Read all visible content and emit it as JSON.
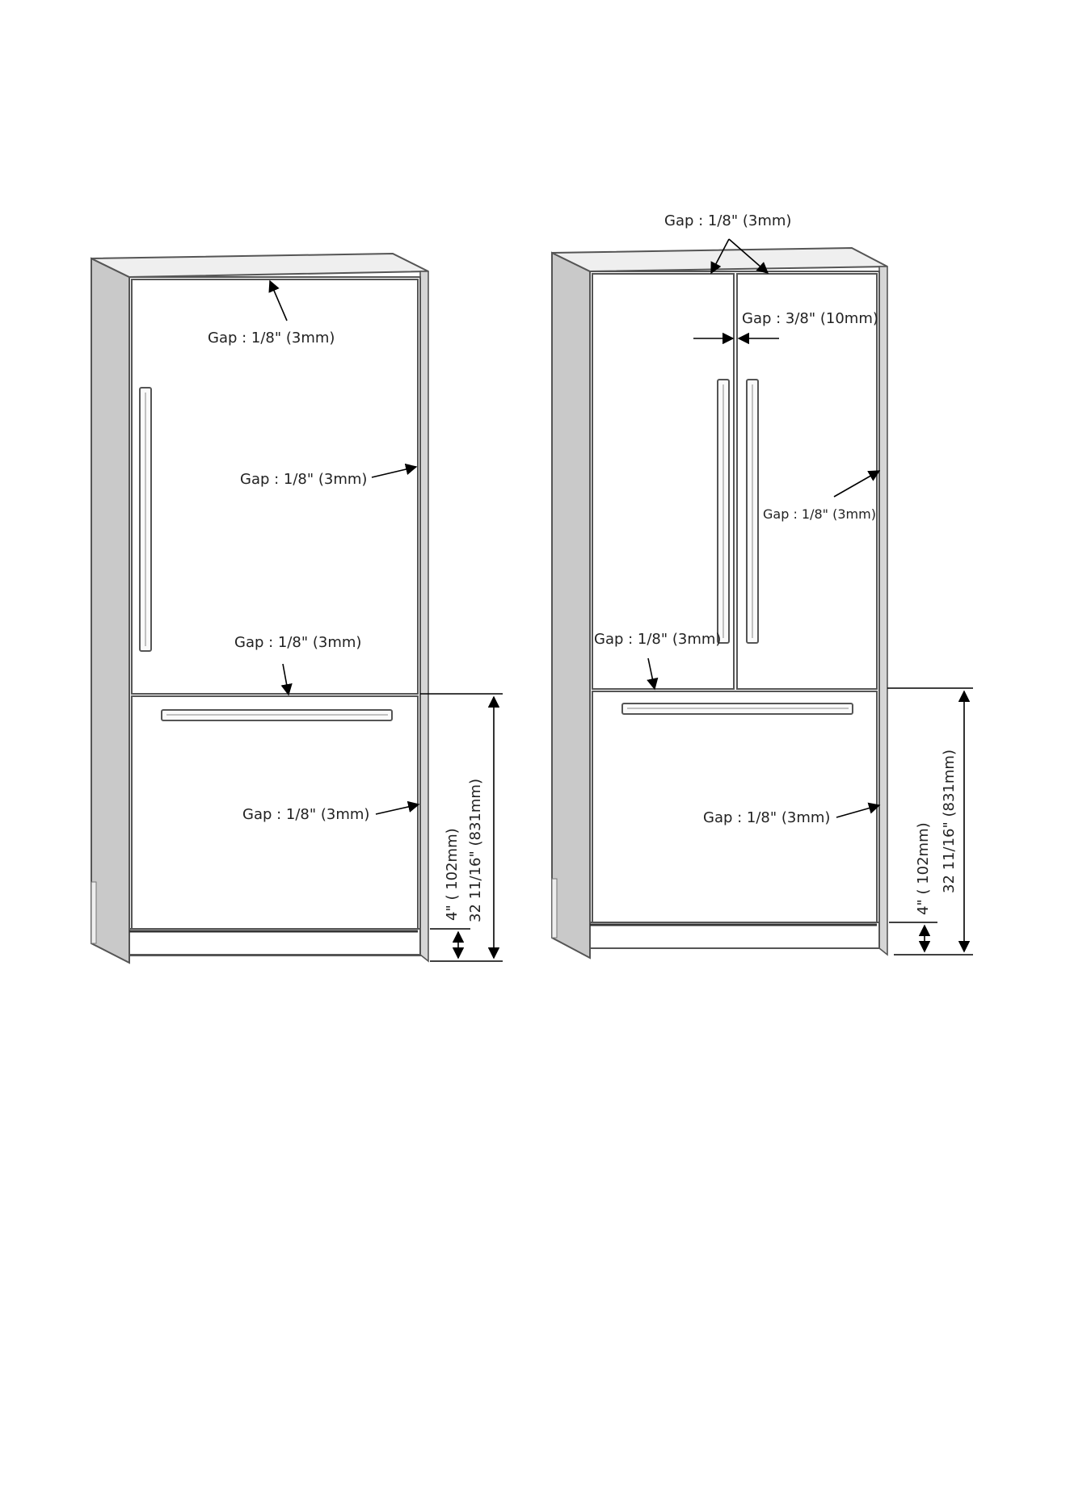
{
  "diagram": {
    "left_fridge": {
      "labels": {
        "top_gap": "Gap : 1/8\" (3mm)",
        "side_gap_upper": "Gap : 1/8\" (3mm)",
        "middle_gap": "Gap : 1/8\" (3mm)",
        "side_gap_lower": "Gap : 1/8\" (3mm)",
        "toe_kick_height": "4\" ( 102mm)",
        "drawer_height": "32  11/16\" (831mm)"
      }
    },
    "right_fridge": {
      "labels": {
        "top_gap": "Gap : 1/8\" (3mm)",
        "center_gap": "Gap : 3/8\" (10mm)",
        "side_gap_upper": "Gap : 1/8\" (3mm)",
        "middle_gap": "Gap : 1/8\" (3mm)",
        "side_gap_lower": "Gap : 1/8\" (3mm)",
        "toe_kick_height": "4\" ( 102mm)",
        "drawer_height": "32  11/16\" (831mm)"
      }
    },
    "colors": {
      "side_panel": "#c9c9c9",
      "top_panel": "#efefef",
      "line": "#555555",
      "dimension": "#000000"
    }
  }
}
